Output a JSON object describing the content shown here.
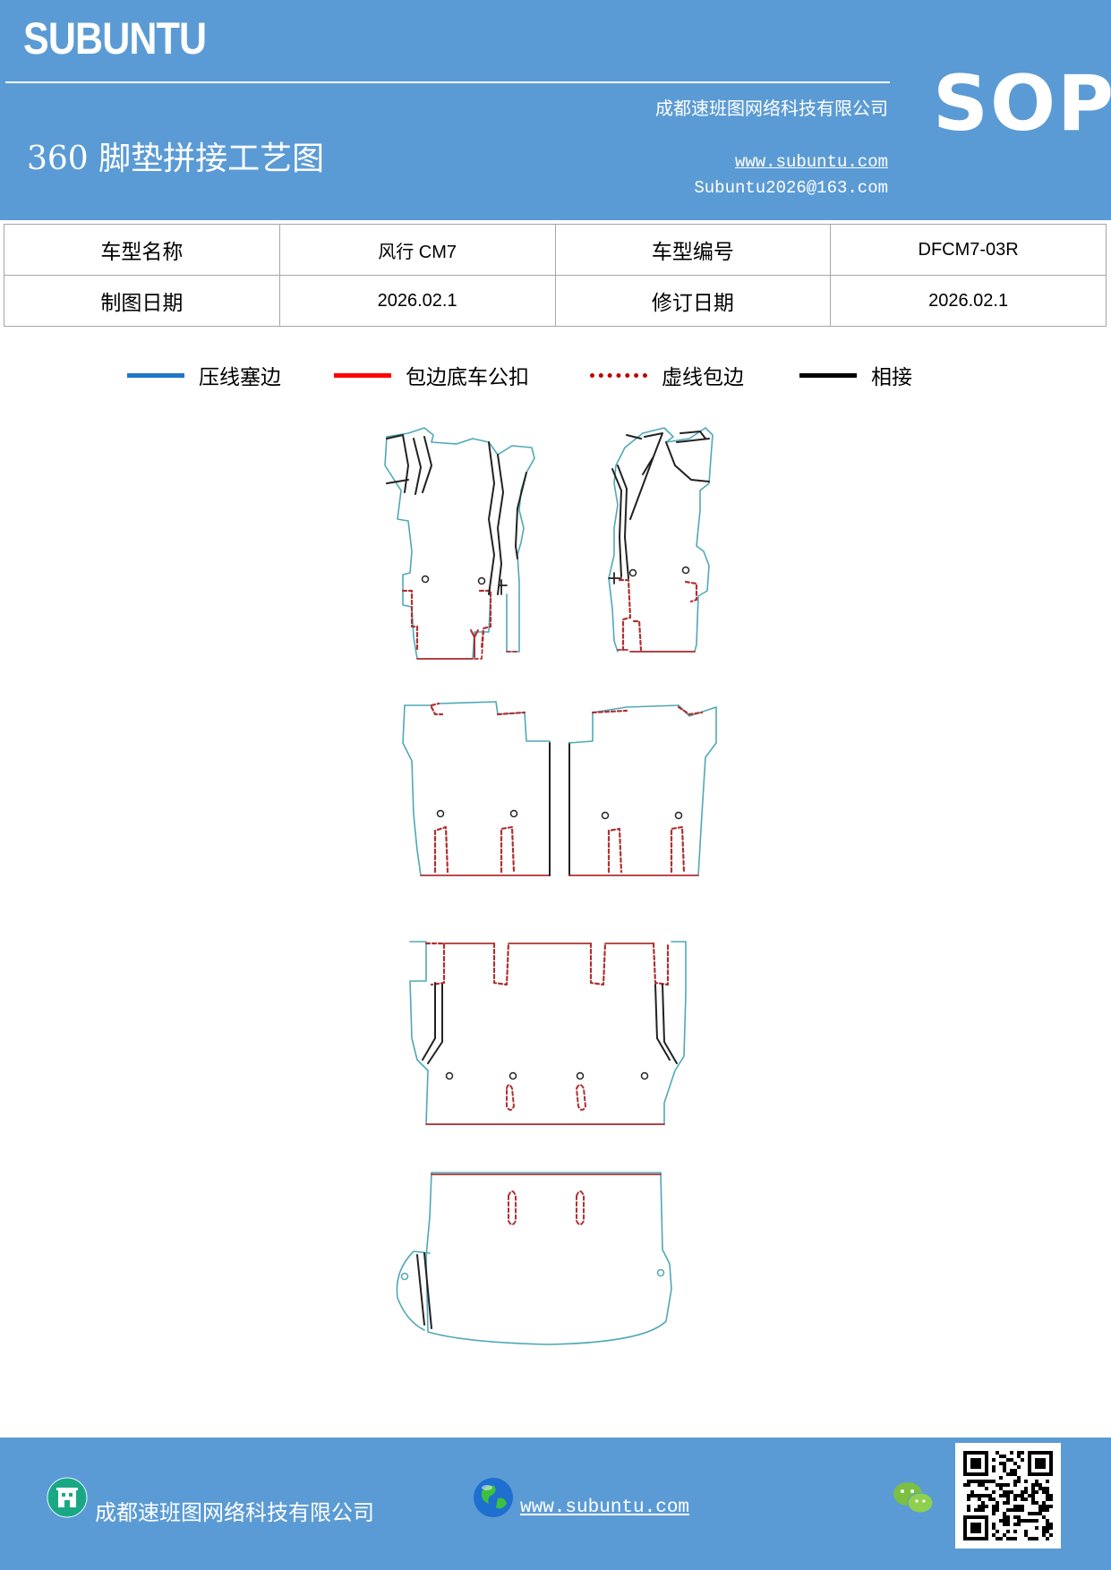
{
  "header": {
    "brand": "SUBUNTU",
    "company": "成都速班图网络科技有限公司",
    "title": "360 脚垫拼接工艺图",
    "url": "www.subuntu.com",
    "email": "Subuntu2026@163.com",
    "badge": "SOP"
  },
  "info_table": {
    "rows": [
      [
        "车型名称",
        "风行 CM7",
        "车型编号",
        "DFCM7-03R"
      ],
      [
        "制图日期",
        "2026.02.1",
        "修订日期",
        "2026.02.1"
      ]
    ]
  },
  "legend": [
    {
      "label": "压线塞边",
      "style": "solid",
      "color": "#1f77c9"
    },
    {
      "label": "包边底车公扣",
      "style": "solid",
      "color": "#ff0000"
    },
    {
      "label": "虚线包边",
      "style": "dotted",
      "color": "#c00000"
    },
    {
      "label": "相接",
      "style": "solid",
      "color": "#000000"
    }
  ],
  "colors": {
    "brand_blue": "#5b9bd5",
    "outline_teal": "#4fa8b8",
    "dashed_red": "#b03030",
    "joint_black": "#222222"
  },
  "footer": {
    "company": "成都速班图网络科技有限公司",
    "url": "www.subuntu.com",
    "icons": [
      "building-icon",
      "globe-icon",
      "wechat-icon",
      "qr-code"
    ]
  }
}
